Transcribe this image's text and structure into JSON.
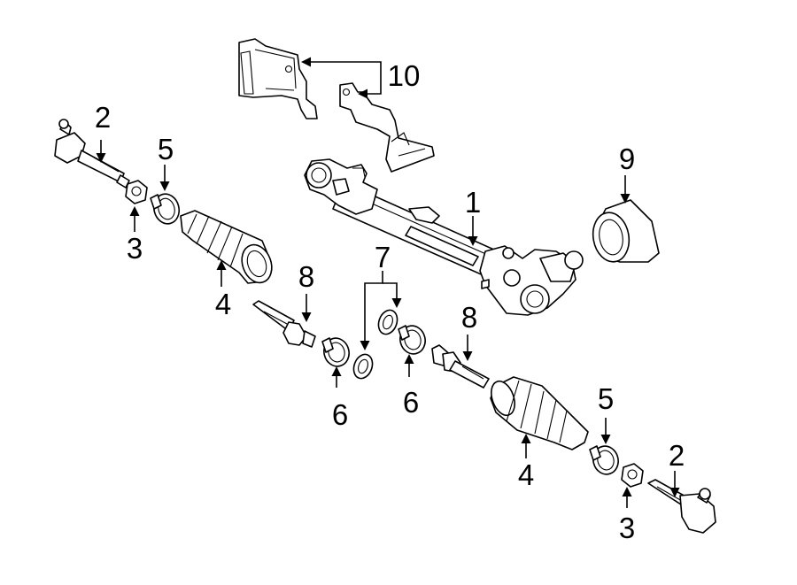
{
  "callouts": {
    "c1": "1",
    "c2a": "2",
    "c2b": "2",
    "c3a": "3",
    "c3b": "3",
    "c4a": "4",
    "c4b": "4",
    "c5a": "5",
    "c5b": "5",
    "c6a": "6",
    "c6b": "6",
    "c7": "7",
    "c8a": "8",
    "c8b": "8",
    "c9": "9",
    "c10": "10"
  },
  "colors": {
    "line": "#000000",
    "background": "#ffffff"
  }
}
